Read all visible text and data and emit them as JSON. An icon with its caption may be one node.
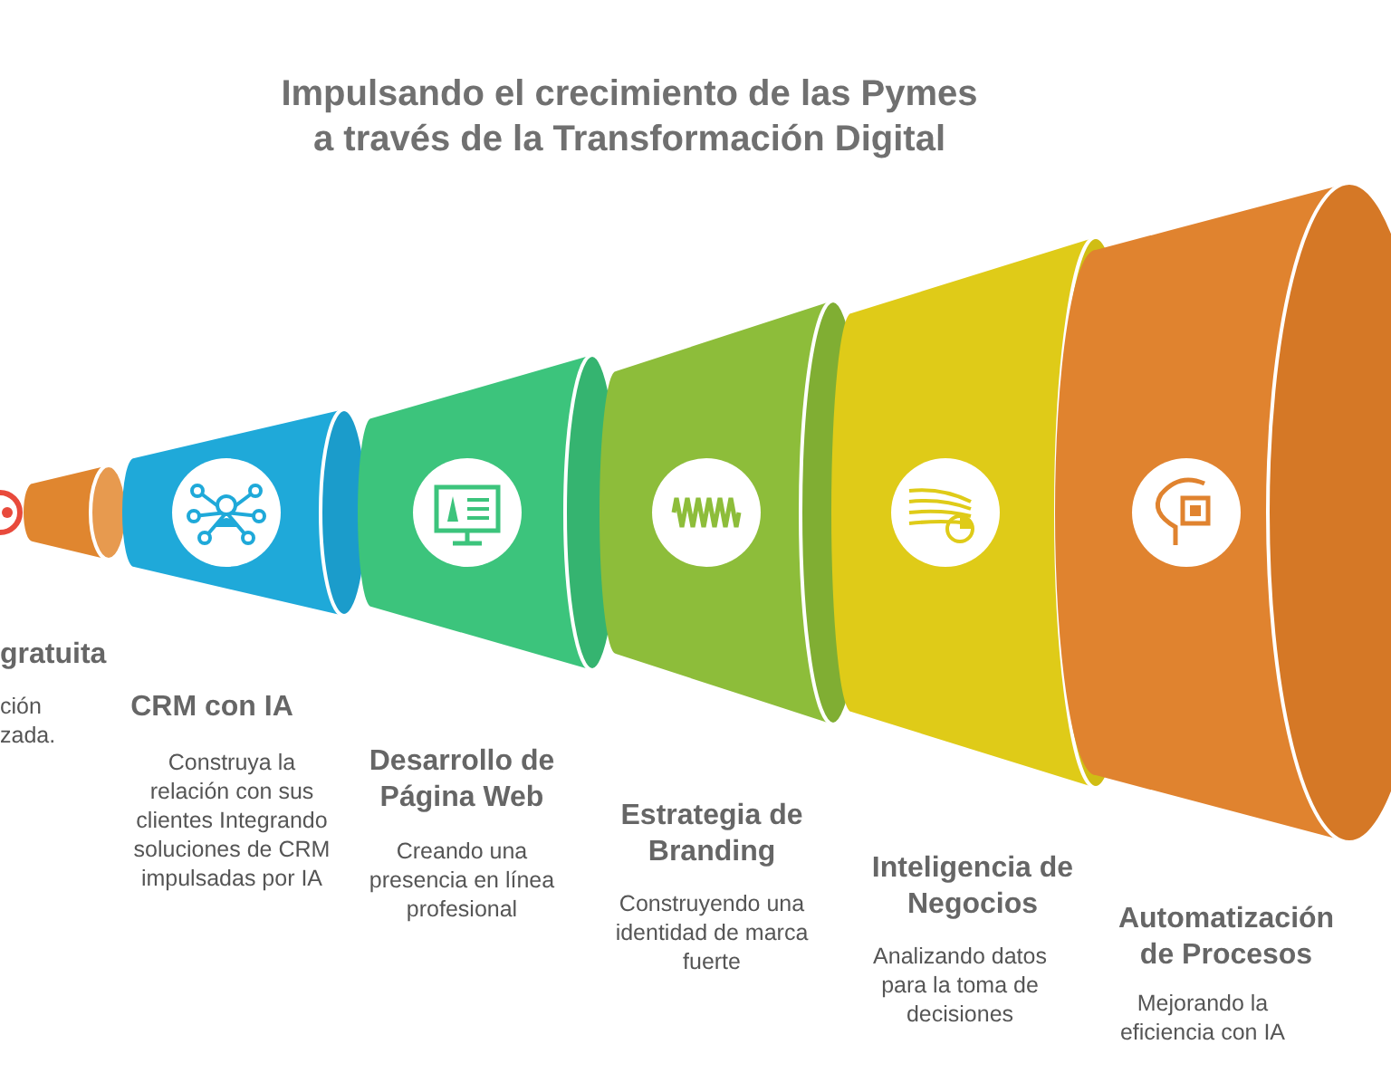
{
  "diagram": {
    "title": "Impulsando el crecimiento de las Pymes a través de la Transformación Digital",
    "labels": [
      "gratuita",
      "ción zada.",
      "CRM con IA",
      "Construya la relación con sus clientes Integrando soluciones de CRM impulsadas por IA",
      "Desarrollo de Página Web",
      "Creando una presencia en línea profesional",
      "Estrategia de Branding",
      "Construyendo una identidad de marca fuerte",
      "Inteligencia de Negocios",
      "Analizando datos para la toma de decisiones",
      "Automatización de Procesos",
      "Mejorando la eficiencia con IA"
    ]
  }
}
